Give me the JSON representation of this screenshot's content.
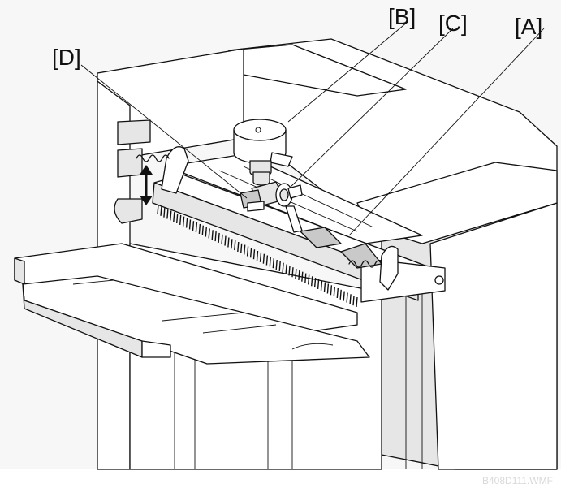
{
  "figure": {
    "callouts": {
      "a": "[A]",
      "b": "[B]",
      "c": "[C]",
      "d": "[D]"
    },
    "watermark": "B408D111.WMF"
  }
}
